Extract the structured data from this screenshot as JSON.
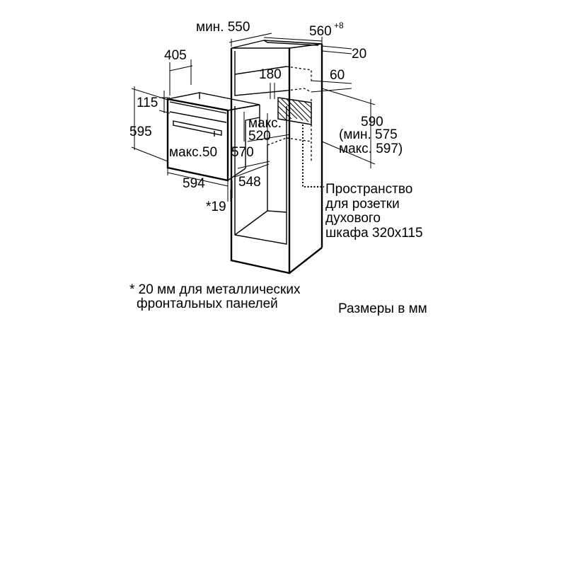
{
  "labels": {
    "min_550": "мин. 550",
    "w_560": "560",
    "w_560_sup": "+8",
    "d_20": "20",
    "d_405": "405",
    "d_180": "180",
    "d_60": "60",
    "d_115": "115",
    "max_520_a": "макс.",
    "max_520_b": "520",
    "h_595": "595",
    "max_50": "макс.50",
    "d_570": "570",
    "h_590": "590",
    "h_590_min": "(мин. 575",
    "h_590_max": "макс. 597)",
    "w_594": "594",
    "d_548": "548",
    "d_19": "*19",
    "socket_1": "Пространство",
    "socket_2": "для розетки",
    "socket_3": "духового",
    "socket_4": "шкафа 320x115",
    "note_1": "* 20 мм для металлических",
    "note_2": "фронтальных панелей",
    "units": "Размеры в мм"
  }
}
